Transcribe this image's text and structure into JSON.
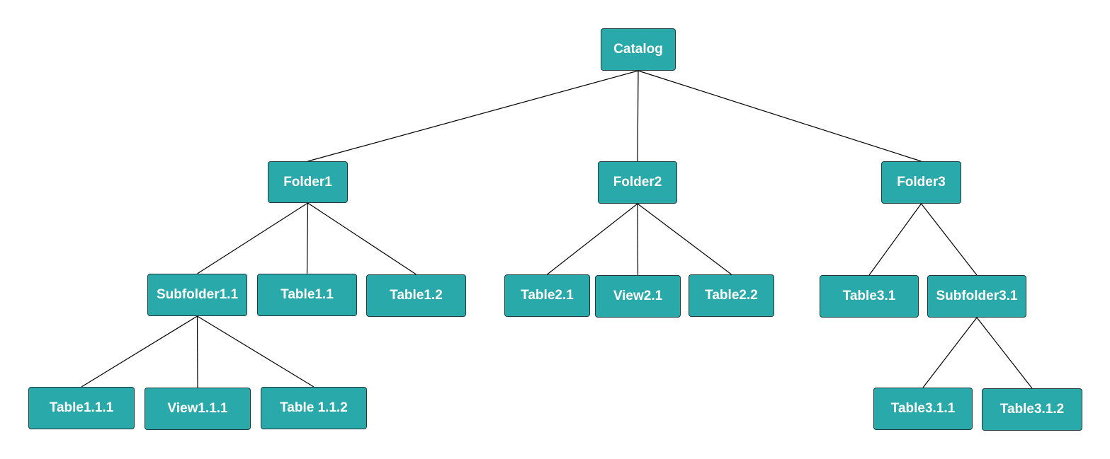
{
  "colors": {
    "node_fill": "#29a9a9",
    "node_border": "#1f3a3a",
    "edge": "#000000",
    "label": "#ffffff"
  },
  "nodes": {
    "catalog": "Catalog",
    "folder1": "Folder1",
    "folder2": "Folder2",
    "folder3": "Folder3",
    "subfolder1_1": "Subfolder1.1",
    "table1_1": "Table1.1",
    "table1_2": "Table1.2",
    "table2_1": "Table2.1",
    "view2_1": "View2.1",
    "table2_2": "Table2.2",
    "table3_1": "Table3.1",
    "subfolder3_1": "Subfolder3.1",
    "table1_1_1": "Table1.1.1",
    "view1_1_1": "View1.1.1",
    "table1_1_2": "Table 1.1.2",
    "table3_1_1": "Table3.1.1",
    "table3_1_2": "Table3.1.2"
  },
  "edges": [
    [
      "catalog",
      "folder1"
    ],
    [
      "catalog",
      "folder2"
    ],
    [
      "catalog",
      "folder3"
    ],
    [
      "folder1",
      "subfolder1_1"
    ],
    [
      "folder1",
      "table1_1"
    ],
    [
      "folder1",
      "table1_2"
    ],
    [
      "folder2",
      "table2_1"
    ],
    [
      "folder2",
      "view2_1"
    ],
    [
      "folder2",
      "table2_2"
    ],
    [
      "folder3",
      "table3_1"
    ],
    [
      "folder3",
      "subfolder3_1"
    ],
    [
      "subfolder1_1",
      "table1_1_1"
    ],
    [
      "subfolder1_1",
      "view1_1_1"
    ],
    [
      "subfolder1_1",
      "table1_1_2"
    ],
    [
      "subfolder3_1",
      "table3_1_1"
    ],
    [
      "subfolder3_1",
      "table3_1_2"
    ]
  ]
}
